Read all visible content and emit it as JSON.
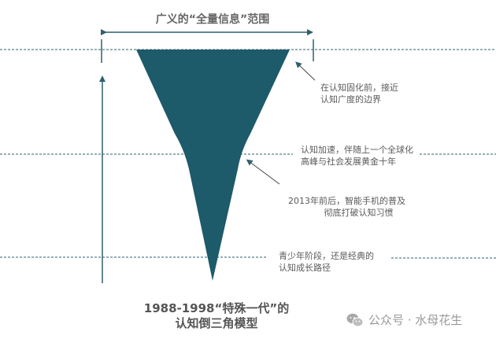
{
  "colors": {
    "funnel": "#1d5a6a",
    "lines": "#2f5f6c",
    "text": "#5a5a5a"
  },
  "header": {
    "title": "广义的“全量信息”范围"
  },
  "annotations": [
    {
      "line1": "在认知固化前，接近",
      "line2": "认知广度的边界"
    },
    {
      "line1": "认知加速，伴随上一个全球化",
      "line2": "高峰与社会发展黄金十年"
    },
    {
      "line1": "2013年前后，智能手机的普及",
      "line2": "彻底打破认知习惯"
    },
    {
      "line1": "青少年阶段，还是经典的",
      "line2": "认知成长路径"
    }
  ],
  "footer": {
    "title_line1": "1988-1998“特殊一代”的",
    "title_line2": "认知倒三角模型"
  },
  "watermark": {
    "icon": "wechat-icon",
    "text": "公众号 · 水母花生"
  }
}
